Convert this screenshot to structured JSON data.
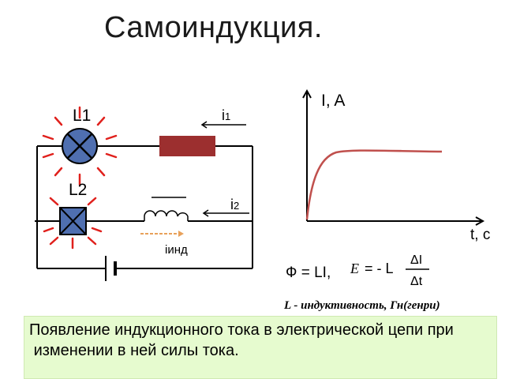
{
  "title": "Самоиндукция.",
  "circuit": {
    "lamp1_label": "L1",
    "lamp2_label": "L2",
    "current1_label": "i",
    "current1_sub": "1",
    "current2_label": "i",
    "current2_sub": "2",
    "induced_label": "iинд"
  },
  "graph": {
    "y_axis_label": "I, A",
    "x_axis_label": "t, c"
  },
  "formulas": {
    "flux": "Ф = LI,",
    "emf_symbol": "E",
    "emf_eq": "= - L",
    "numerator": "ΔI",
    "denominator": "Δt",
    "inductance_note": "L - индуктивность, Гн(генри)"
  },
  "caption": "Появление индукционного тока в электрической цепи при\n изменении в ней силы тока.",
  "colors": {
    "lamp_fill": "#4f6fb0",
    "resistor": "#9c2f2f",
    "rays": "#e0201c",
    "curve": "#c0504d",
    "caption_bg": "#e6fbcf"
  }
}
